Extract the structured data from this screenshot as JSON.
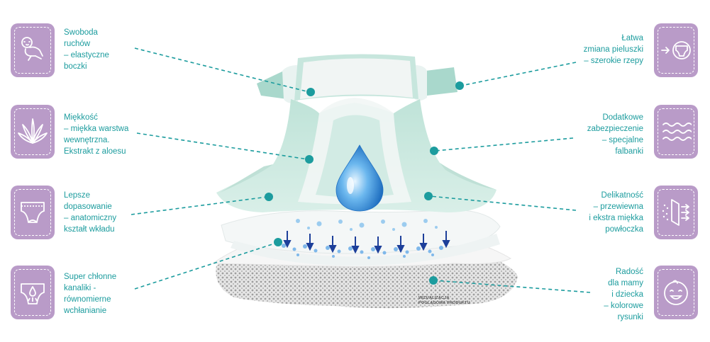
{
  "features_left": [
    {
      "id": "movement",
      "icon": "baby-crawling-icon",
      "lines": [
        "Swoboda",
        "ruchów",
        "– elastyczne",
        "boczki"
      ]
    },
    {
      "id": "softness",
      "icon": "aloe-leaf-icon",
      "lines": [
        "Miękkość",
        "– miękka warstwa",
        "wewnętrzna.",
        "Ekstrakt z aloesu"
      ]
    },
    {
      "id": "fit",
      "icon": "diaper-shape-icon",
      "lines": [
        "Lepsze",
        "dopasowanie",
        "– anatomiczny",
        "kształt wkładu"
      ]
    },
    {
      "id": "channels",
      "icon": "absorb-channels-icon",
      "lines": [
        "Super chłonne",
        "kanaliki -",
        "równomierne",
        "wchłanianie"
      ]
    }
  ],
  "features_right": [
    {
      "id": "change",
      "icon": "diaper-change-icon",
      "lines": [
        "Łatwa",
        "zmiana pieluszki",
        "– szerokie rzepy"
      ]
    },
    {
      "id": "protection",
      "icon": "wavy-lines-icon",
      "lines": [
        "Dodatkowe",
        "zabezpieczenie",
        "– specjalne",
        "falbanki"
      ]
    },
    {
      "id": "delicacy",
      "icon": "breathable-layer-icon",
      "lines": [
        "Delikatność",
        "– przewiewna",
        "i ekstra miękka",
        "powłoczka"
      ]
    },
    {
      "id": "joy",
      "icon": "smiling-baby-face-icon",
      "lines": [
        "Radość",
        "dla mamy",
        "i dziecka",
        "– kolorowe",
        "rysunki"
      ]
    }
  ],
  "caption_lines": [
    "WIZUALIZACJA",
    "POGLĄDOWA PRODUKTU"
  ],
  "colors": {
    "accent": "#1c9c9e",
    "icon_bg": "#b99bc8",
    "mint": "#cfe9e2",
    "mint_dark": "#a9d8cc",
    "drop": "#3b8fd6"
  }
}
